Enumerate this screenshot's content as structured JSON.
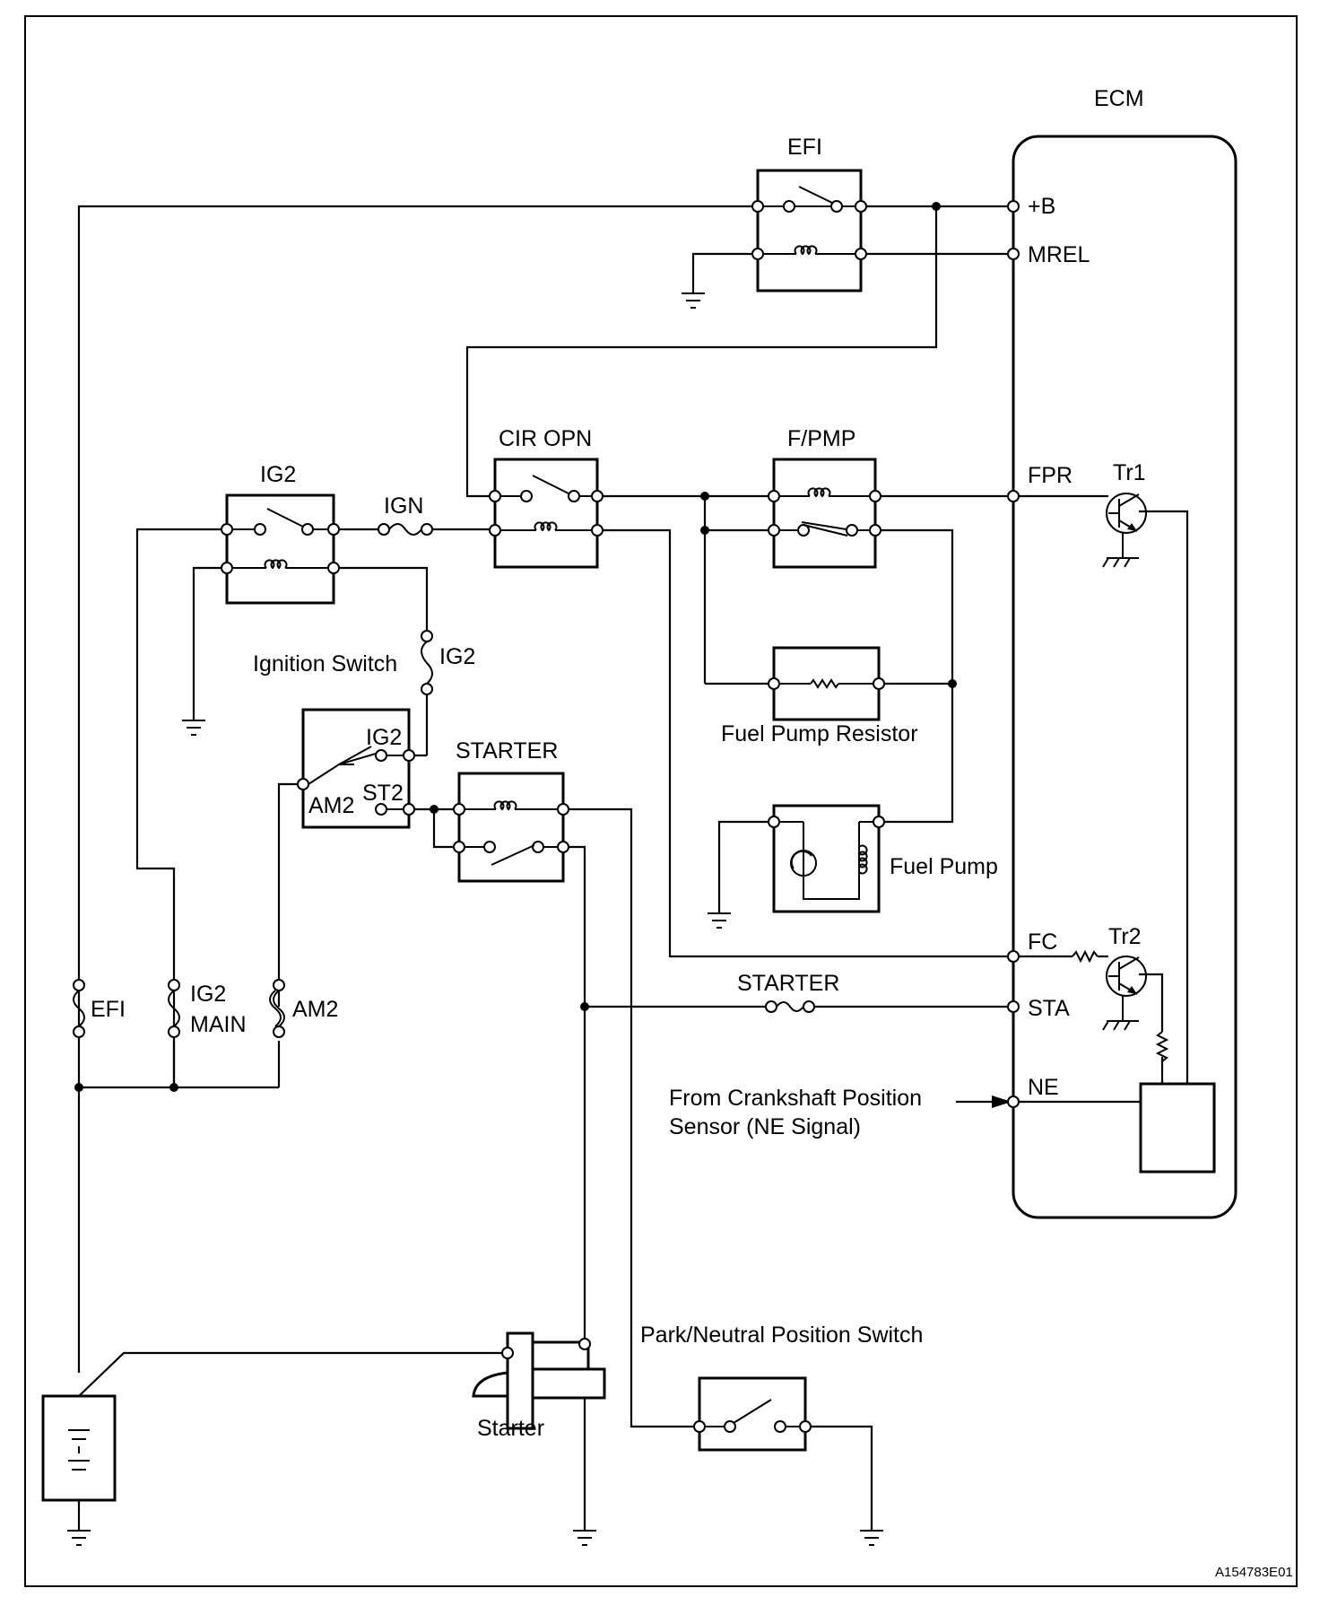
{
  "figure_id": "A154783E01",
  "ecm": {
    "title": "ECM",
    "pins": {
      "b": "+B",
      "mrel": "MREL",
      "fpr": "FPR",
      "fc": "FC",
      "sta": "STA",
      "ne": "NE"
    },
    "transistors": {
      "tr1": "Tr1",
      "tr2": "Tr2"
    }
  },
  "relays": {
    "efi": "EFI",
    "cir_opn": "CIR OPN",
    "fpmp": "F/PMP",
    "ig2": "IG2",
    "starter": "STARTER"
  },
  "fuses": {
    "ign": "IGN",
    "efi": "EFI",
    "ig2_main_line1": "IG2",
    "ig2_main_line2": "MAIN",
    "am2": "AM2",
    "ig2": "IG2",
    "starter": "STARTER"
  },
  "ignition_switch": {
    "label": "Ignition Switch",
    "terminals": {
      "ig2": "IG2",
      "am2": "AM2",
      "st2": "ST2"
    }
  },
  "components": {
    "fuel_pump_resistor": "Fuel Pump Resistor",
    "fuel_pump": "Fuel Pump",
    "starter": "Starter",
    "pnp_switch": "Park/Neutral Position Switch"
  },
  "ne_source": {
    "line1": "From Crankshaft Position",
    "line2": "Sensor (NE Signal)"
  }
}
